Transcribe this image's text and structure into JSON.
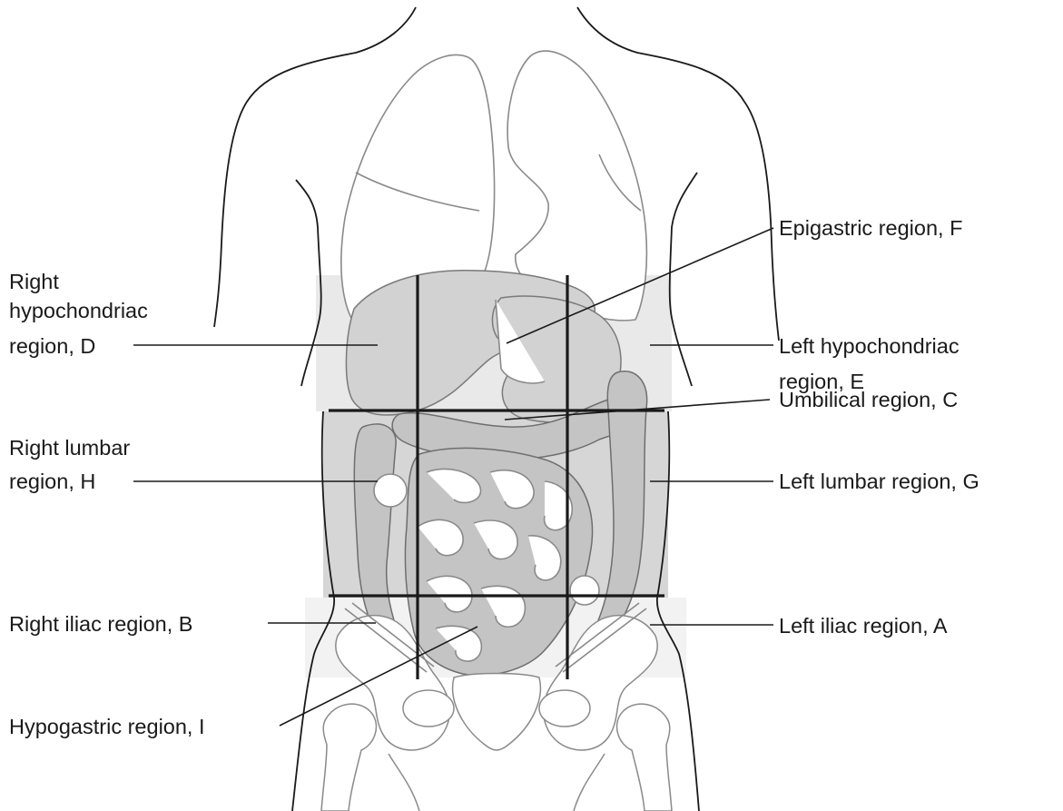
{
  "labels": {
    "epigastric": "Epigastric region, F",
    "right_hypochondriac_line1": "Right",
    "right_hypochondriac_line2": "hypochondriac",
    "right_hypochondriac_line3": "region, D",
    "left_hypochondriac_line1": "Left hypochondriac",
    "left_hypochondriac_line2": "region, E",
    "right_lumbar_line1": "Right lumbar",
    "right_lumbar_line2": "region, H",
    "left_lumbar": "Left lumbar region, G",
    "umbilical": "Umbilical region, C",
    "right_iliac": "Right iliac region, B",
    "left_iliac": "Left iliac region, A",
    "hypogastric": "Hypogastric region, I"
  },
  "colors": {
    "upper_band": "#e9e9e9",
    "middle_band": "#d6d6d6",
    "lower_band": "#f2f2f2",
    "grid_lines": "#1a1a1a"
  }
}
